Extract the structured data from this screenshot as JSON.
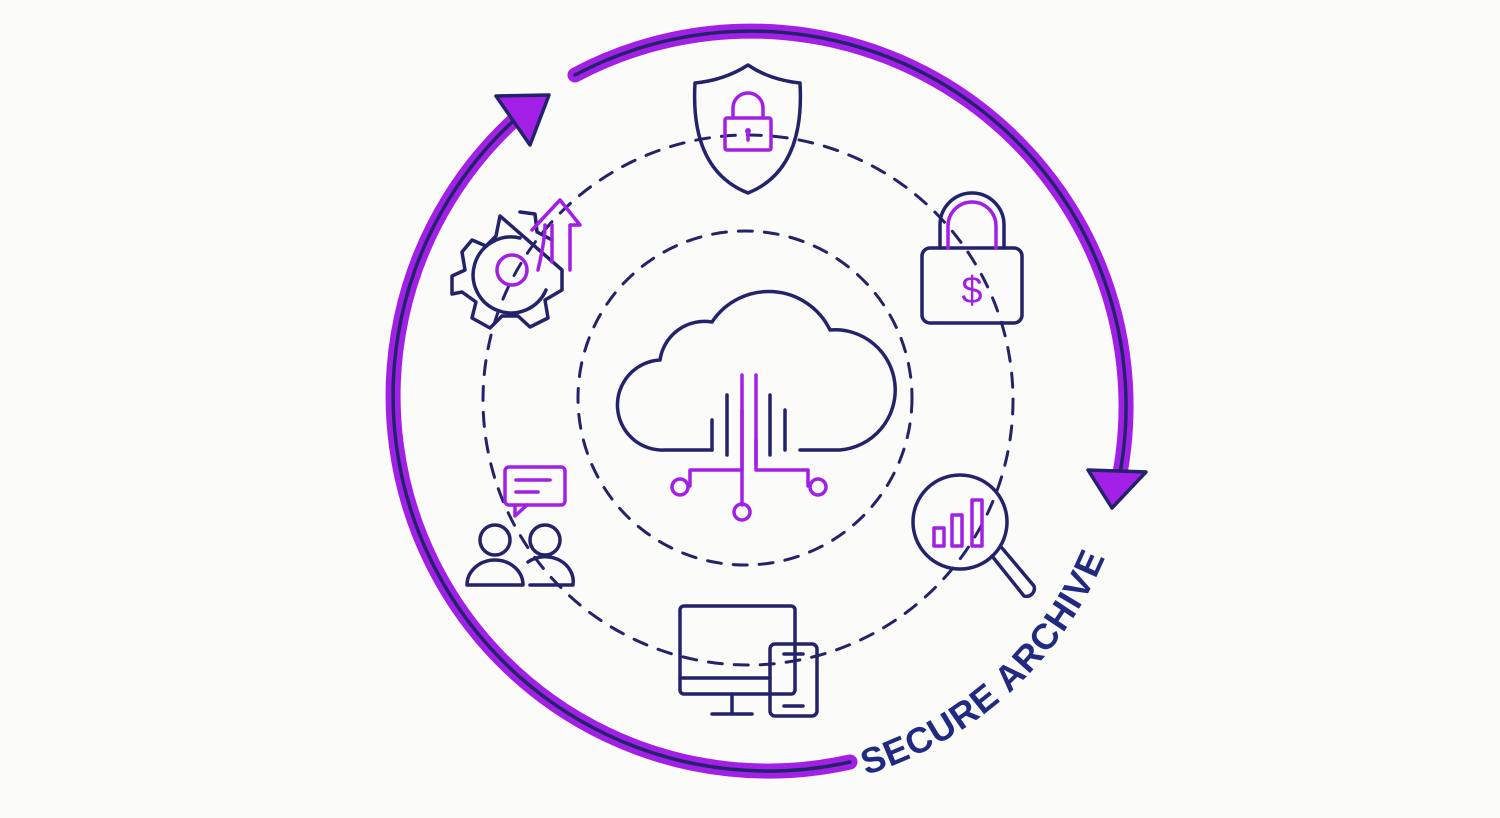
{
  "diagram": {
    "label": "SECURE ARCHIVE",
    "colors": {
      "accent": "#a21fe6",
      "outline": "#23236b",
      "label": "#1f2a80",
      "background": "#fbfbf9"
    },
    "center_icon": "cloud-network-icon",
    "orbit_icons": [
      "shield-lock-icon",
      "padlock-dollar-icon",
      "magnifier-chart-icon",
      "devices-icon",
      "users-chat-icon",
      "gear-arrow-up-icon"
    ],
    "cycle_arrows": [
      "clockwise-arrow-top-right",
      "clockwise-arrow-bottom-left"
    ]
  }
}
